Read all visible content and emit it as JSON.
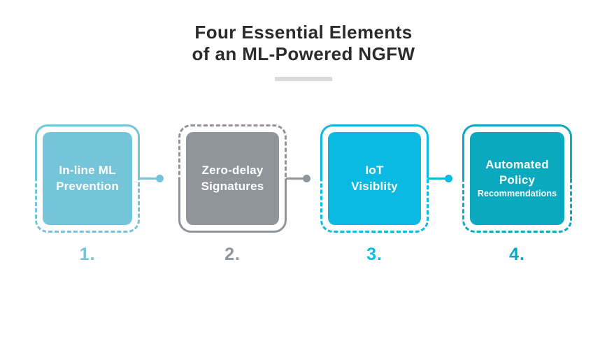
{
  "title": {
    "line1": "Four Essential Elements",
    "line2": "of an ML-Powered NGFW",
    "color": "#2b2b2b"
  },
  "divider_color": "#dadada",
  "cards": [
    {
      "id": "inline-ml-prevention",
      "number": "1.",
      "label_line1": "In-line ML",
      "label_line2": "Prevention",
      "label_line3": "",
      "color": "#74C5DA",
      "frame_style": "solid-top",
      "has_connector": true
    },
    {
      "id": "zero-delay-signatures",
      "number": "2.",
      "label_line1": "Zero-delay",
      "label_line2": "Signatures",
      "label_line3": "",
      "color": "#90959C",
      "frame_style": "solid-bottom",
      "has_connector": true
    },
    {
      "id": "iot-visiblity",
      "number": "3.",
      "label_line1": "IoT",
      "label_line2": "Visiblity",
      "label_line3": "",
      "color": "#0ABAE2",
      "frame_style": "solid-top",
      "has_connector": true
    },
    {
      "id": "automated-policy-recommendations",
      "number": "4.",
      "label_line1": "Automated",
      "label_line2": "Policy",
      "label_line3": "Recommendations",
      "color": "#0AA9BF",
      "frame_style": "solid-top",
      "has_connector": false
    }
  ]
}
